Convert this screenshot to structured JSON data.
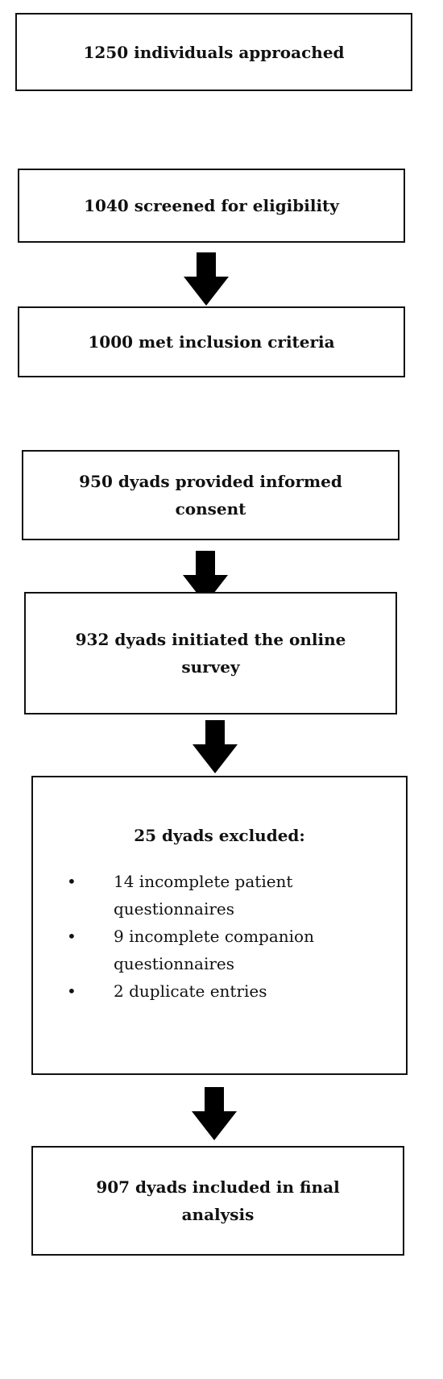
{
  "flow": {
    "approached": "1250 individuals approached",
    "screened": "1040 screened for eligibility",
    "met_criteria": "1000 met inclusion criteria",
    "consent": "950 dyads provided informed consent",
    "initiated": "932 dyads initiated the online survey",
    "excluded": {
      "title": "25 dyads excluded:",
      "reasons": [
        "14 incomplete patient questionnaires",
        "9 incomplete companion questionnaires",
        "2 duplicate entries"
      ]
    },
    "final": "907 dyads included in final analysis"
  },
  "colors": {
    "stroke": "#111111",
    "arrow": "#000000",
    "background": "#ffffff"
  }
}
